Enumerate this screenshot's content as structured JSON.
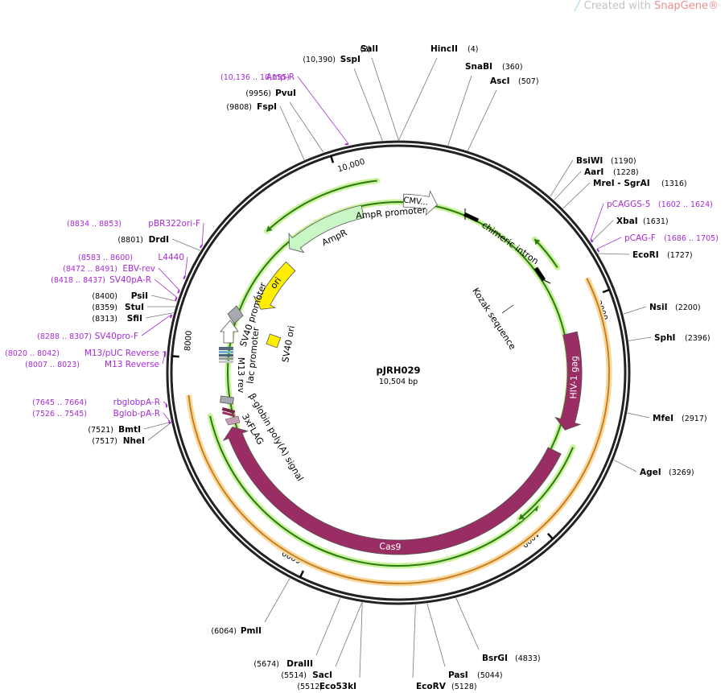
{
  "watermark": {
    "prefix": "Created with ",
    "brand": "SnapGene",
    "reg": "®"
  },
  "plasmid": {
    "name": "pJRH029",
    "size_label": "10,504 bp",
    "length": 10504
  },
  "ticks": [
    {
      "pos": 2000,
      "label": "2000"
    },
    {
      "pos": 4000,
      "label": "4000"
    },
    {
      "pos": 6000,
      "label": "6000"
    },
    {
      "pos": 8000,
      "label": "8000"
    },
    {
      "pos": 10000,
      "label": "10,000"
    }
  ],
  "sites": [
    {
      "name": "SalI",
      "pos_label": "(2)",
      "pos": 2,
      "side": "left"
    },
    {
      "name": "HincII",
      "pos_label": "(4)",
      "pos": 4,
      "side": "right"
    },
    {
      "name": "SnaBI",
      "pos_label": "(360)",
      "pos": 360,
      "side": "right"
    },
    {
      "name": "AscI",
      "pos_label": "(507)",
      "pos": 507,
      "side": "right"
    },
    {
      "name": "BsiWI",
      "pos_label": "(1190)",
      "pos": 1190,
      "side": "right"
    },
    {
      "name": "AarI",
      "pos_label": "(1228)",
      "pos": 1228,
      "side": "right"
    },
    {
      "name": "MreI  - SgrAI",
      "pos_label": "(1316)",
      "pos": 1316,
      "side": "right"
    },
    {
      "name": "XbaI",
      "pos_label": "(1631)",
      "pos": 1631,
      "side": "right"
    },
    {
      "name": "EcoRI",
      "pos_label": "(1727)",
      "pos": 1727,
      "side": "right"
    },
    {
      "name": "NsiI",
      "pos_label": "(2200)",
      "pos": 2200,
      "side": "right"
    },
    {
      "name": "SphI",
      "pos_label": "(2396)",
      "pos": 2396,
      "side": "right"
    },
    {
      "name": "MfeI",
      "pos_label": "(2917)",
      "pos": 2917,
      "side": "right"
    },
    {
      "name": "AgeI",
      "pos_label": "(3269)",
      "pos": 3269,
      "side": "right"
    },
    {
      "name": "BsrGI",
      "pos_label": "(4833)",
      "pos": 4833,
      "side": "right"
    },
    {
      "name": "PasI",
      "pos_label": "(5044)",
      "pos": 5044,
      "side": "right"
    },
    {
      "name": "EcoRV",
      "pos_label": "(5128)",
      "pos": 5128,
      "side": "right"
    },
    {
      "name": "Eco53kI",
      "pos_label": "(5512)",
      "pos": 5512,
      "side": "left"
    },
    {
      "name": "SacI",
      "pos_label": "(5514)",
      "pos": 5514,
      "side": "left"
    },
    {
      "name": "DraIII",
      "pos_label": "(5674)",
      "pos": 5674,
      "side": "left"
    },
    {
      "name": "PmlI",
      "pos_label": "(6064)",
      "pos": 6064,
      "side": "left"
    },
    {
      "name": "NheI",
      "pos_label": "(7517)",
      "pos": 7517,
      "side": "left"
    },
    {
      "name": "BmtI",
      "pos_label": "(7521)",
      "pos": 7521,
      "side": "left"
    },
    {
      "name": "SfiI",
      "pos_label": "(8313)",
      "pos": 8313,
      "side": "left"
    },
    {
      "name": "StuI",
      "pos_label": "(8359)",
      "pos": 8359,
      "side": "left"
    },
    {
      "name": "PsiI",
      "pos_label": "(8400)",
      "pos": 8400,
      "side": "left"
    },
    {
      "name": "DrdI",
      "pos_label": "(8801)",
      "pos": 8801,
      "side": "left"
    },
    {
      "name": "FspI",
      "pos_label": "(9808)",
      "pos": 9808,
      "side": "left"
    },
    {
      "name": "PvuI",
      "pos_label": "(9956)",
      "pos": 9956,
      "side": "left"
    },
    {
      "name": "SspI",
      "pos_label": "(10,390)",
      "pos": 10390,
      "side": "left"
    }
  ],
  "primers": [
    {
      "name": "Amp-R",
      "range_label": "(10,136 .. 10,155)",
      "pos": 10145,
      "side": "left"
    },
    {
      "name": "pCAGGS-5",
      "range_label": "(1602 .. 1624)",
      "pos": 1613,
      "side": "right"
    },
    {
      "name": "pCAG-F",
      "range_label": "(1686 .. 1705)",
      "pos": 1695,
      "side": "right"
    },
    {
      "name": "pBR322ori-F",
      "range_label": "(8834 .. 8853)",
      "pos": 8843,
      "side": "left"
    },
    {
      "name": "L4440",
      "range_label": "(8583 .. 8600)",
      "pos": 8591,
      "side": "left"
    },
    {
      "name": "EBV-rev",
      "range_label": "(8472 .. 8491)",
      "pos": 8481,
      "side": "left"
    },
    {
      "name": "SV40pA-R",
      "range_label": "(8418 .. 8437)",
      "pos": 8427,
      "side": "left"
    },
    {
      "name": "SV40pro-F",
      "range_label": "(8288 .. 8307)",
      "pos": 8297,
      "side": "left"
    },
    {
      "name": "M13/pUC Reverse",
      "range_label": "(8020 .. 8042)",
      "pos": 8031,
      "side": "left"
    },
    {
      "name": "M13 Reverse",
      "range_label": "(8007 .. 8023)",
      "pos": 8015,
      "side": "left"
    },
    {
      "name": "rbglobpA-R",
      "range_label": "(7645 .. 7664)",
      "pos": 7654,
      "side": "left"
    },
    {
      "name": "Bglob-pA-R",
      "range_label": "(7526 .. 7545)",
      "pos": 7535,
      "side": "left"
    }
  ],
  "features": [
    {
      "name": "HIV-1 gag",
      "start": 2250,
      "end": 3180,
      "color": "#9a2d63",
      "text_color": "#ffffff",
      "label_inside": true
    },
    {
      "name": "Cas9",
      "start": 3400,
      "end": 7350,
      "color": "#9a2d63",
      "text_color": "#ffffff",
      "label_inside": true
    },
    {
      "name": "AmpR",
      "start": 10140,
      "end": 9300,
      "color": "#c8f7c5",
      "text_color": "#000000",
      "label_inside": false
    },
    {
      "name": "ori",
      "start": 9180,
      "end": 8600,
      "color": "#ffee00",
      "text_color": "#000000",
      "label_inside": true
    },
    {
      "name": "CMV...",
      "start": 50,
      "end": 380,
      "color": "#ffffff",
      "text_color": "#000000",
      "label_inside": true
    }
  ],
  "labels": {
    "ampr_promoter": "AmpR promoter",
    "chimeric_intron": "chimeric intron",
    "kozak": "Kozak sequence",
    "sv40_promoter": "SV40 promoter",
    "sv40_ori": "SV40 ori",
    "lac_promoter": "lac promoter",
    "m13_rev": "M13 rev",
    "bglobin": "β-globin poly(A) signal",
    "flag": "3xFLAG"
  }
}
